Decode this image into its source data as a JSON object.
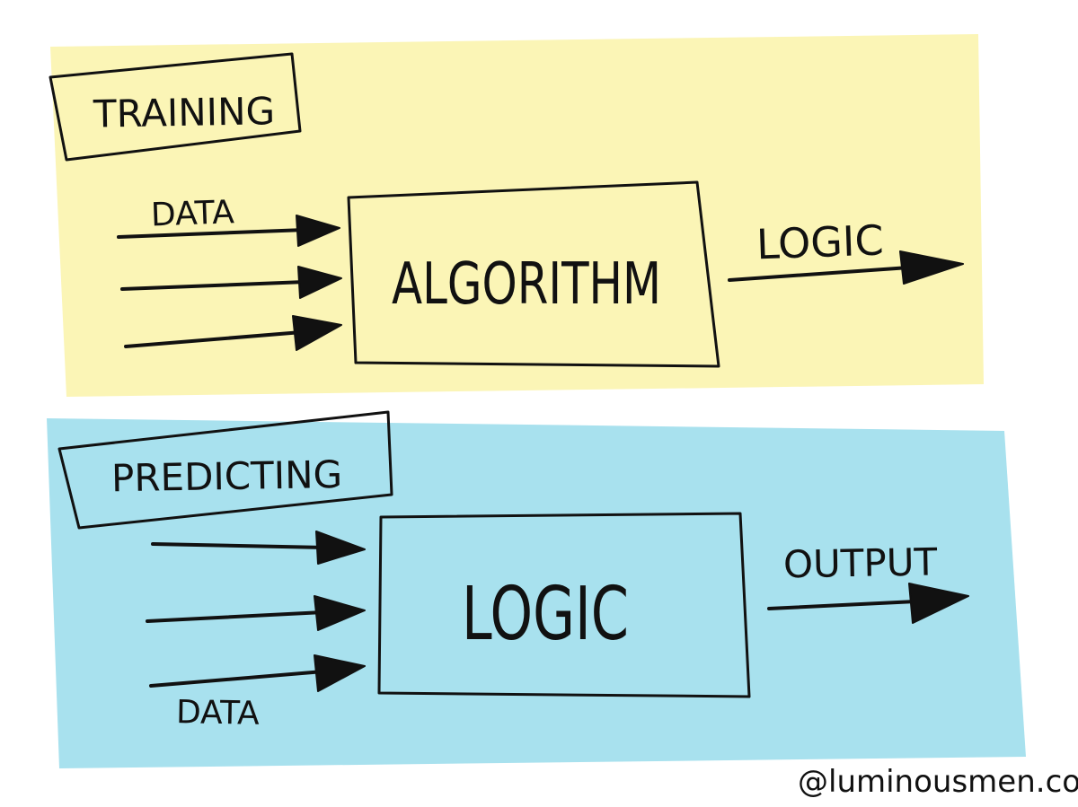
{
  "colors": {
    "training_panel": "#fbf5b6",
    "training_box": "#fdfbe6",
    "predicting_panel": "#a8e1ee",
    "predicting_box": "#dff4f9",
    "ink": "#111111"
  },
  "training": {
    "label": "TRAINING",
    "input_label": "DATA",
    "process_label": "ALGORITHM",
    "output_label": "LOGIC"
  },
  "predicting": {
    "label": "PREDICTING",
    "input_label": "DATA",
    "process_label": "LOGIC",
    "output_label": "OUTPUT"
  },
  "credit": "@luminousmen.com"
}
